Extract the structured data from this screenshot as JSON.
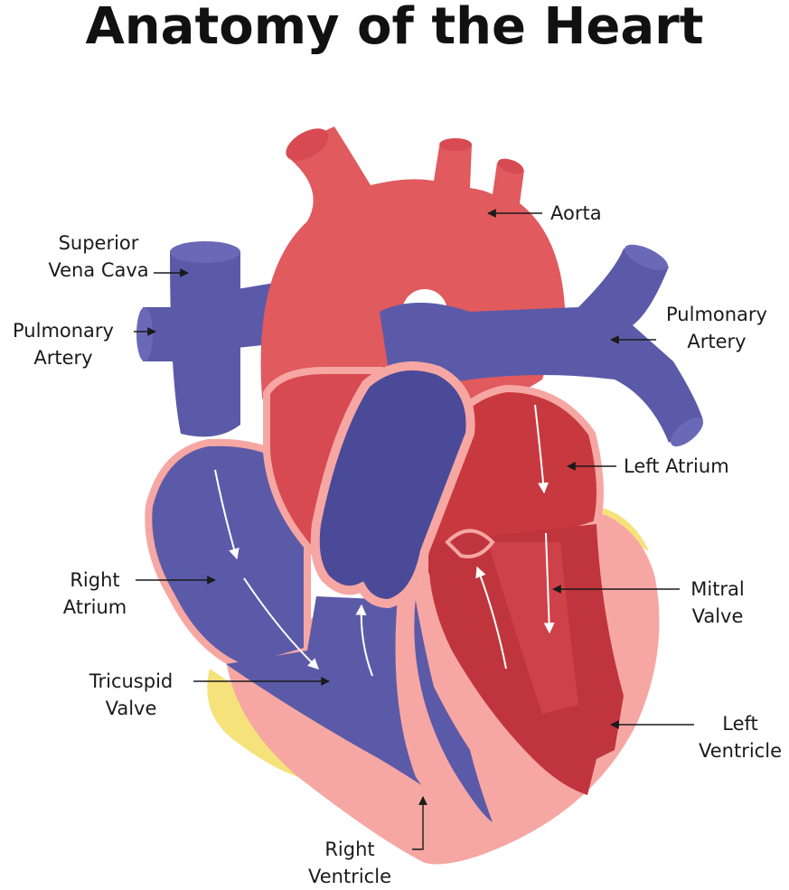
{
  "title": "Anatomy of the Heart",
  "labels": {
    "aorta": [
      "Aorta"
    ],
    "superior_vena_cava": [
      "Superior",
      "Vena Cava"
    ],
    "pulmonary_artery_left": [
      "Pulmonary",
      "Artery"
    ],
    "pulmonary_artery_right": [
      "Pulmonary",
      "Artery"
    ],
    "left_atrium": [
      "Left Atrium"
    ],
    "right_atrium": [
      "Right",
      "Atrium"
    ],
    "mitral_valve": [
      "Mitral",
      "Valve"
    ],
    "tricuspid_valve": [
      "Tricuspid",
      "Valve"
    ],
    "left_ventricle": [
      "Left",
      "Ventricle"
    ],
    "right_ventricle": [
      "Right",
      "Ventricle"
    ]
  },
  "colors": {
    "oxygenated": "#e05a5e",
    "oxygenated_dark": "#c0353d",
    "deoxygenated": "#5b5aa8",
    "deoxygenated_dark": "#4b4a98",
    "wall": "#f6a7a3",
    "fat": "#f6e27a"
  }
}
